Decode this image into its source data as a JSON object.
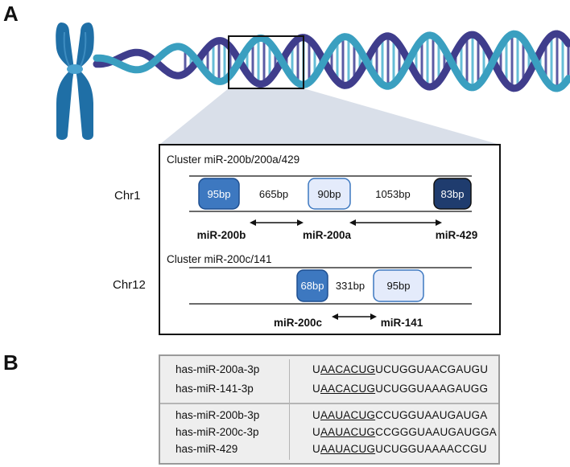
{
  "panels": {
    "a": "A",
    "b": "B"
  },
  "colors": {
    "chromosome": "#1f6fa6",
    "dna_light": "#3a9fc0",
    "dna_dark": "#3f3d8c",
    "rung_light": "#56b6d3",
    "rung_dark": "#4a4a9a",
    "mir200b": "#3d78c0",
    "mir200a": "#e4ebfb",
    "mir429": "#1f3c6e",
    "mir200c": "#3d78c0",
    "mir141": "#e4ebfb",
    "table_bg": "#eeeeee"
  },
  "icons": {
    "chromosome": "chromosome-icon",
    "dna": "dna-helix-icon"
  },
  "cluster1": {
    "title": "Cluster miR-200b/200a/429",
    "chr": "Chr1",
    "box1": "95bp",
    "gap1": "665bp",
    "box2": "90bp",
    "gap2": "1053bp",
    "box3": "83bp",
    "label1": "miR-200b",
    "label2": "miR-200a",
    "label3": "miR-429"
  },
  "cluster2": {
    "title": "Cluster miR-200c/141",
    "chr": "Chr12",
    "box1": "68bp",
    "gap1": "331bp",
    "box2": "95bp",
    "label1": "miR-200c",
    "label2": "miR-141"
  },
  "sequences": {
    "row1": {
      "name": "has-miR-200a-3p",
      "prefix": "U",
      "seed": "AACACUG",
      "rest": "UCUGGUAACGAUGU"
    },
    "row2": {
      "name": "has-miR-141-3p",
      "prefix": "U",
      "seed": "AACACUG",
      "rest": "UCUGGUAAAGAUGG"
    },
    "row3": {
      "name": "has-miR-200b-3p",
      "prefix": "U",
      "seed": "AAUACUG",
      "rest": "CCUGGUAAUGAUGA"
    },
    "row4": {
      "name": "has-miR-200c-3p",
      "prefix": "U",
      "seed": "AAUACUG",
      "rest": "CCGGGUAAUGAUGGA"
    },
    "row5": {
      "name": "has-miR-429",
      "prefix": "U",
      "seed": "AAUACUG",
      "rest": "UCUGGUAAAACCGU"
    }
  }
}
